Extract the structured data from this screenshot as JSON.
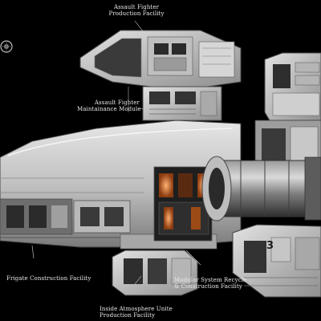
{
  "colors": {
    "background": "#000000",
    "hull": "#cfcfcf",
    "hull_shadow": "#8c8c8c",
    "dark_metal": "#2b2b2b",
    "glow": "#d9722a",
    "label": "#e8e8e8"
  },
  "labels": {
    "assault_fighter_production": {
      "line1": "Assault Fighter",
      "line2": "Production Facility"
    },
    "assault_fighter_maintenance": {
      "line1": "Assault Fighter",
      "line2": "Maintainance Module"
    },
    "frigate_construction": {
      "line1": "Frigate Construction Facility"
    },
    "modular_system_recycle": {
      "line1": "Modular System Recycle",
      "line2": "& Construction Facility"
    },
    "inside_atmosphere_units": {
      "line1": "Inside Atmosphere Unite",
      "line2": "Production Facility"
    }
  },
  "decals": {
    "module_number": "3"
  },
  "icons": {
    "emblem": "circular-emblem-icon"
  }
}
